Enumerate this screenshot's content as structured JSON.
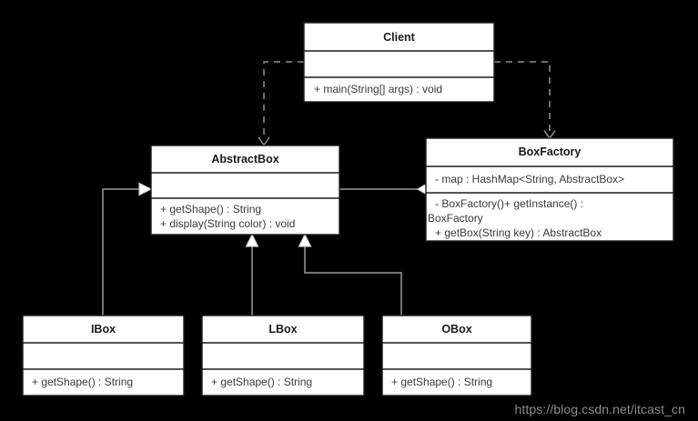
{
  "diagram": {
    "type": "uml-class-diagram",
    "title": "Flyweight / Factory pattern class diagram",
    "background_color": "#000000",
    "box_fill": "#ffffff",
    "line_color": "#9a9a9a",
    "classes": [
      {
        "id": "client",
        "name": "Client",
        "attributes": [],
        "methods": [
          "+ main(String[] args) : void"
        ]
      },
      {
        "id": "abstractbox",
        "name": "AbstractBox",
        "attributes": [],
        "methods": [
          "+ getShape() : String",
          "+ display(String color) : void"
        ]
      },
      {
        "id": "boxfactory",
        "name": "BoxFactory",
        "attributes": [
          "- map : HashMap<String, AbstractBox>"
        ],
        "methods": [
          "- BoxFactory()+ getInstance() :",
          "BoxFactory",
          "+ getBox(String key) : AbstractBox"
        ]
      },
      {
        "id": "ibox",
        "name": "IBox",
        "attributes": [],
        "methods": [
          "+ getShape() : String"
        ]
      },
      {
        "id": "lbox",
        "name": "LBox",
        "attributes": [],
        "methods": [
          "+ getShape() : String"
        ]
      },
      {
        "id": "obox",
        "name": "OBox",
        "attributes": [],
        "methods": [
          "+ getShape() : String"
        ]
      }
    ],
    "relationships": [
      {
        "from": "client",
        "to": "abstractbox",
        "kind": "dependency",
        "style": "dashed",
        "arrow": "open"
      },
      {
        "from": "client",
        "to": "boxfactory",
        "kind": "dependency",
        "style": "dashed",
        "arrow": "open"
      },
      {
        "from": "boxfactory",
        "to": "abstractbox",
        "kind": "aggregation",
        "style": "solid",
        "arrow": "diamond"
      },
      {
        "from": "ibox",
        "to": "abstractbox",
        "kind": "generalization",
        "style": "solid",
        "arrow": "hollow-triangle"
      },
      {
        "from": "lbox",
        "to": "abstractbox",
        "kind": "generalization",
        "style": "solid",
        "arrow": "hollow-triangle"
      },
      {
        "from": "obox",
        "to": "abstractbox",
        "kind": "generalization",
        "style": "solid",
        "arrow": "hollow-triangle"
      }
    ]
  },
  "watermark": {
    "text": "https://blog.csdn.net/itcast_cn"
  }
}
